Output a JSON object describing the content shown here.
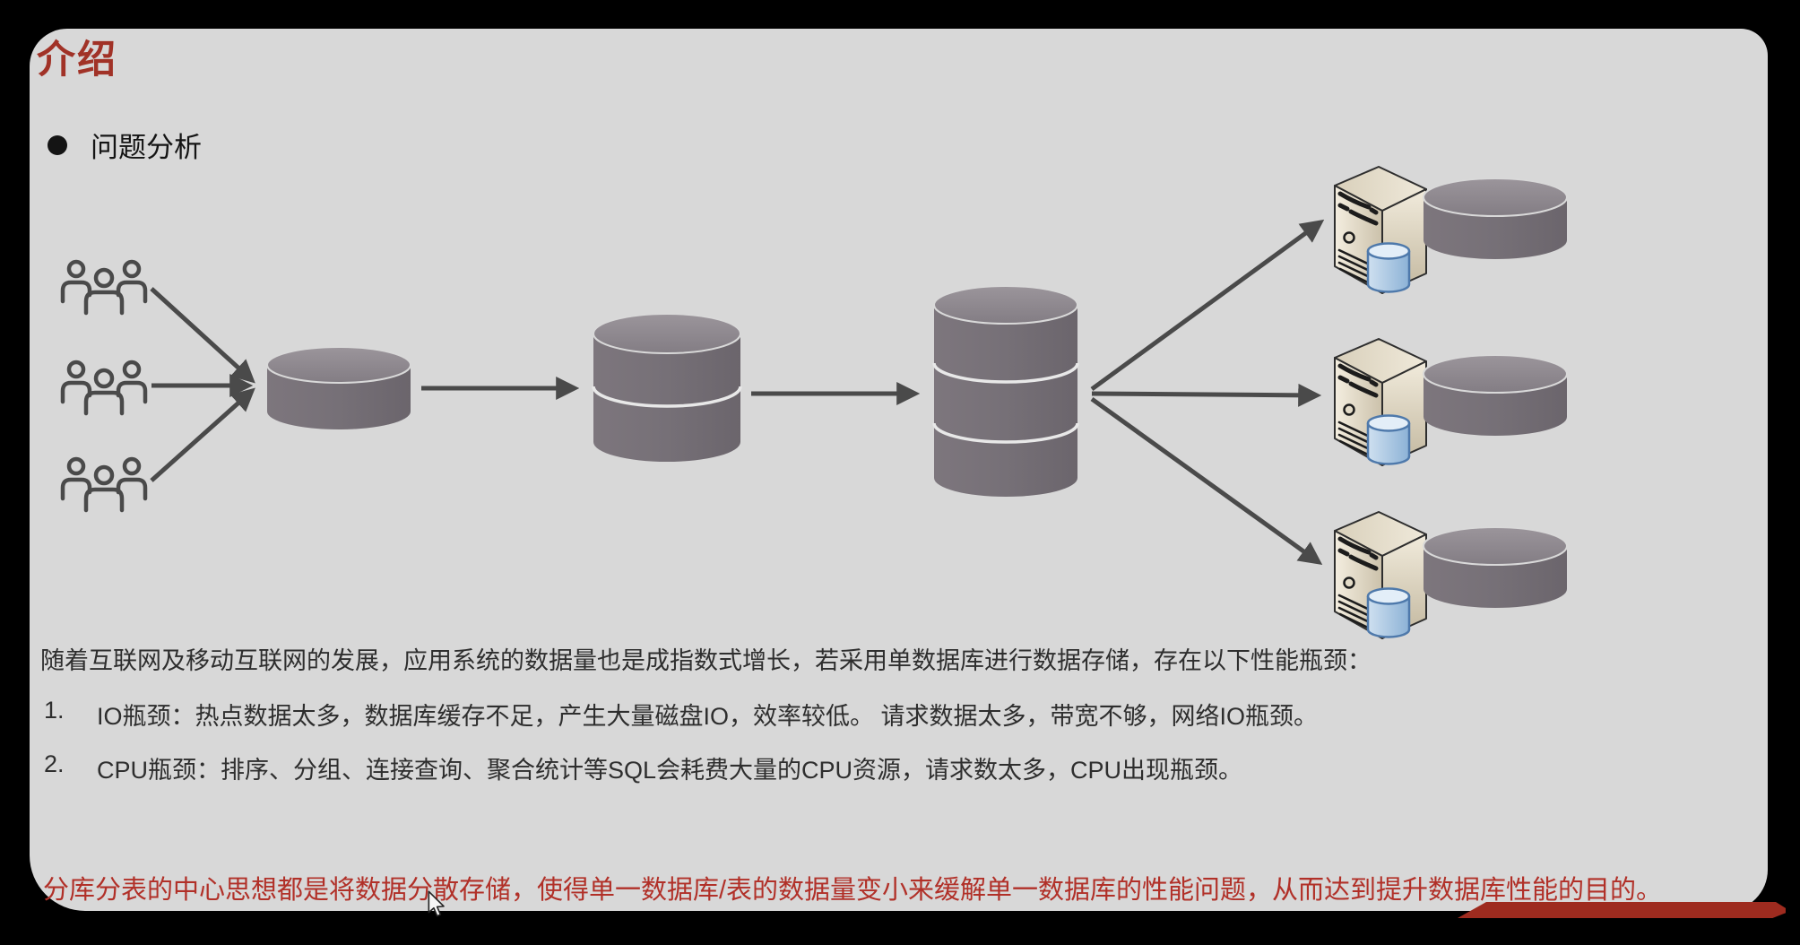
{
  "slide": {
    "title": "介绍",
    "bullet": "问题分析",
    "paragraph": "随着互联网及移动互联网的发展，应用系统的数据量也是成指数式增长，若采用单数据库进行数据存储，存在以下性能瓶颈：",
    "list": [
      {
        "num": "1.",
        "text": "IO瓶颈：热点数据太多，数据库缓存不足，产生大量磁盘IO，效率较低。 请求数据太多，带宽不够，网络IO瓶颈。"
      },
      {
        "num": "2.",
        "text": "CPU瓶颈：排序、分组、连接查询、聚合统计等SQL会耗费大量的CPU资源，请求数太多，CPU出现瓶颈。"
      }
    ],
    "highlight": "分库分表的中心思想都是将数据分散存储，使得单一数据库/表的数据量变小来缓解单一数据库的性能问题，从而达到提升数据库性能的目的。"
  },
  "diagram": {
    "icons": [
      "user-group-icon",
      "database-cylinder-icon",
      "server-icon",
      "disk-cylinder-icon",
      "arrow-icon"
    ],
    "user_groups": 3,
    "single_database_stages": 3,
    "shard_server_nodes": 3
  },
  "colors": {
    "background": "#000000",
    "panel": "#d8d8d8",
    "title_red": "#a13227",
    "highlight_red": "#b13028",
    "accent_bar_red": "#9e2b1f",
    "cylinder_gray": "#767077",
    "server_beige": "#e8e0cb",
    "database_blue": "#a9c6e2",
    "arrow_gray": "#4a4a4a",
    "body_text": "#2e2e2e"
  }
}
